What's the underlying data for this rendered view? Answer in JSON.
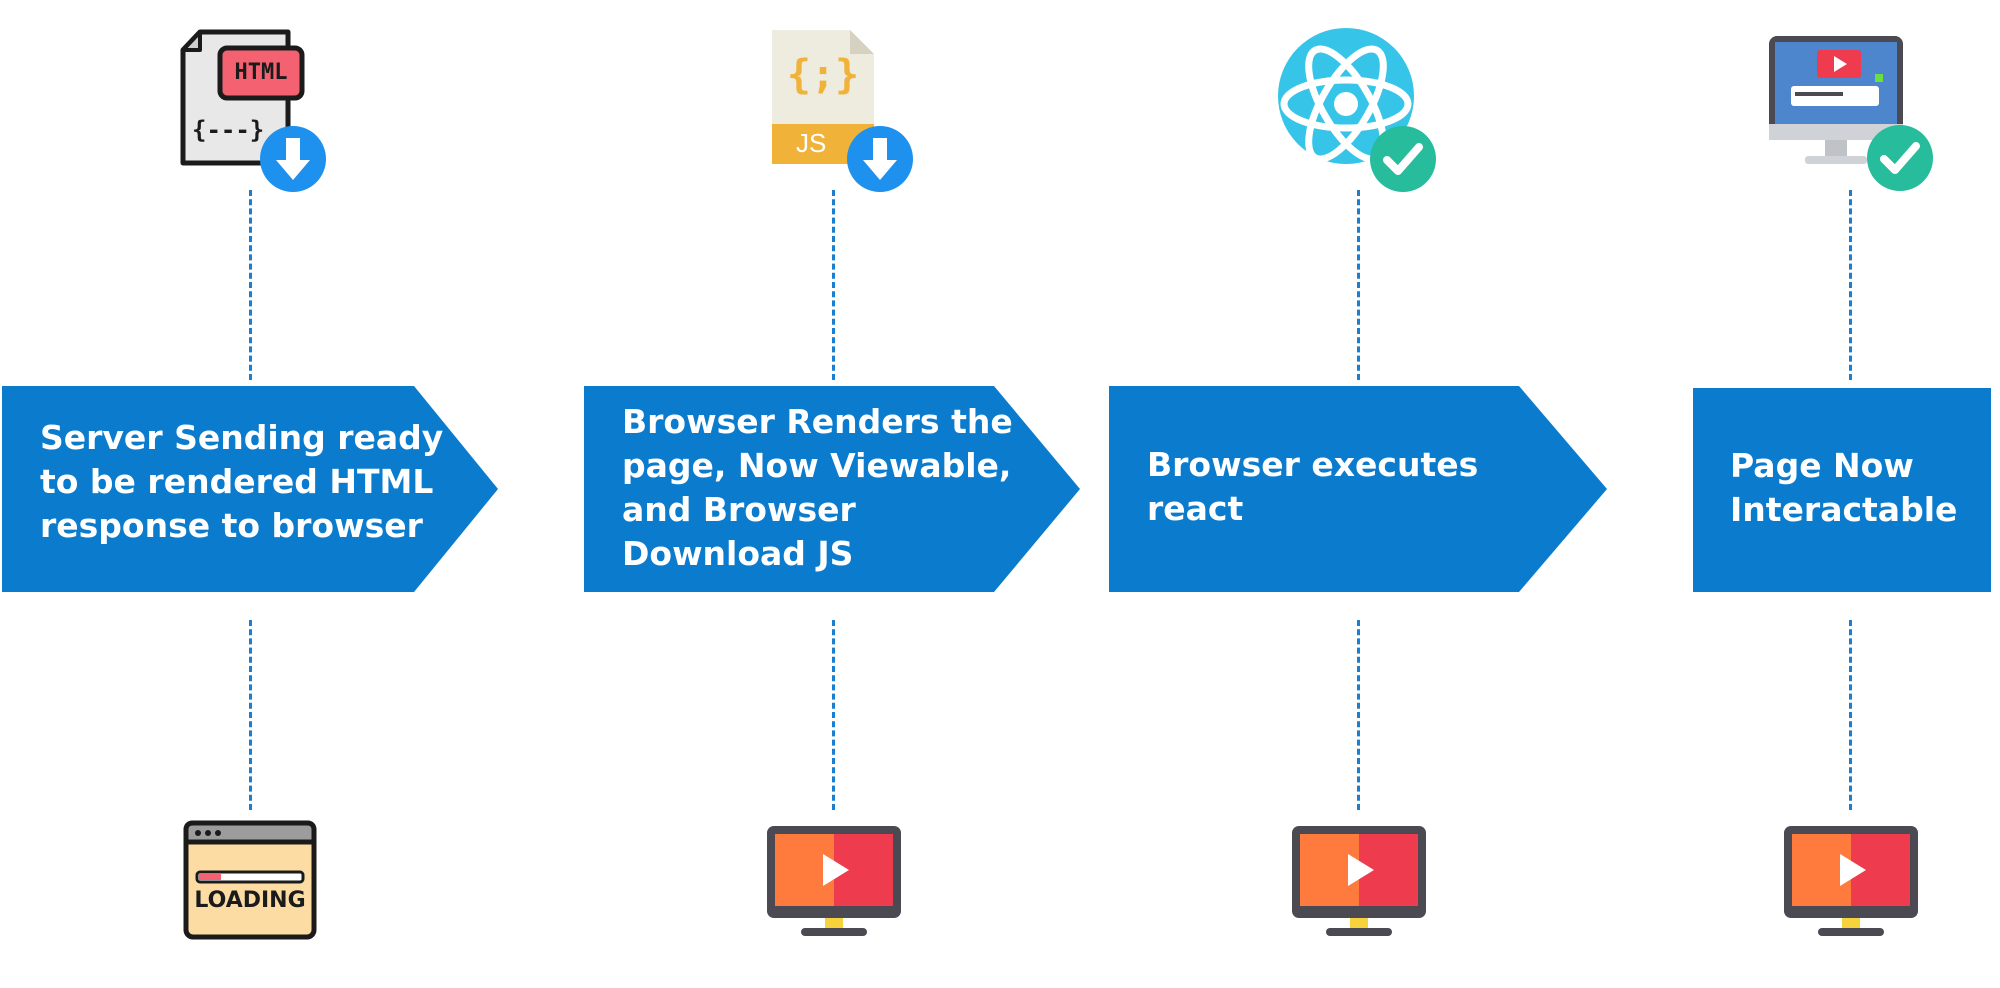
{
  "steps": [
    {
      "lines": [
        "Server Sending ready",
        "to be rendered HTML",
        "response to browser"
      ],
      "top_icon": "html-file-download-icon",
      "top_icon_text": "HTML",
      "top_icon_code": "{---}",
      "bottom_icon": "loading-window-icon",
      "bottom_icon_text": "LOADING"
    },
    {
      "lines": [
        "Browser Renders the",
        "page, Now Viewable,",
        "and Browser",
        "Download JS"
      ],
      "top_icon": "js-file-download-icon",
      "top_icon_text": "JS",
      "top_icon_code": "{;}",
      "bottom_icon": "monitor-play-icon"
    },
    {
      "lines": [
        "Browser executes",
        "react"
      ],
      "top_icon": "react-check-icon",
      "bottom_icon": "monitor-play-icon"
    },
    {
      "lines": [
        "Page Now",
        "Interactable"
      ],
      "top_icon": "desktop-check-icon",
      "bottom_icon": "monitor-play-icon"
    }
  ],
  "colors": {
    "arrow": "#0a7bcd",
    "dash": "#1a7fd0",
    "download_badge": "#1e90ee",
    "check_badge": "#26bc9c"
  }
}
